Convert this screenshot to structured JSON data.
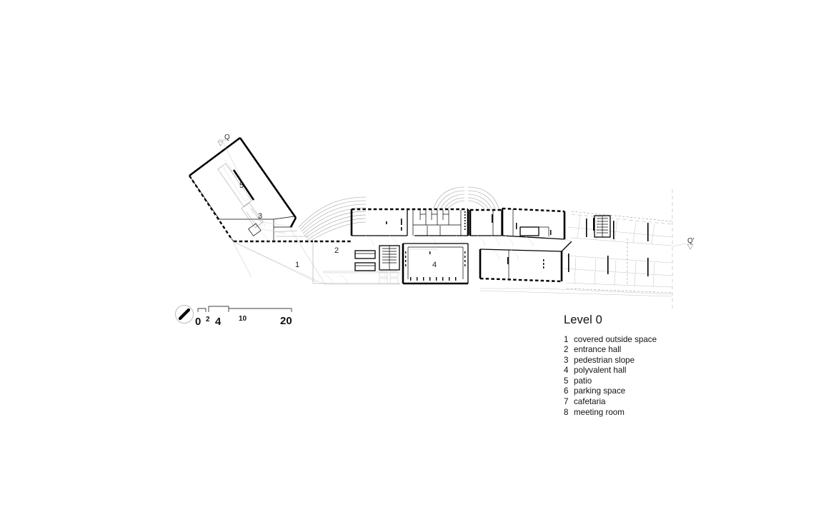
{
  "drawing": {
    "type": "architectural-floor-plan",
    "title_block": {
      "title": "Level 0",
      "legend": [
        {
          "num": "1",
          "label": "covered outside space"
        },
        {
          "num": "2",
          "label": "entrance hall"
        },
        {
          "num": "3",
          "label": "pedestrian slope"
        },
        {
          "num": "4",
          "label": "polyvalent hall"
        },
        {
          "num": "5",
          "label": "patio"
        },
        {
          "num": "6",
          "label": "parking space"
        },
        {
          "num": "7",
          "label": "cafetaria"
        },
        {
          "num": "8",
          "label": "meeting room"
        }
      ]
    },
    "scale_bar": {
      "units_ticks": [
        "0",
        "2",
        "4",
        "10",
        "20"
      ],
      "north_arrow": "north-arrow-icon"
    },
    "section_markers": [
      {
        "id": "Q",
        "position": "top-left"
      },
      {
        "id": "Q'",
        "position": "right"
      }
    ],
    "plan_room_labels": [
      {
        "num": "1",
        "room": "covered outside space"
      },
      {
        "num": "2",
        "room": "entrance hall"
      },
      {
        "num": "3",
        "room": "pedestrian slope"
      },
      {
        "num": "4",
        "room": "polyvalent hall"
      },
      {
        "num": "5",
        "room": "patio"
      }
    ],
    "colors": {
      "background": "#ffffff",
      "wall_poche": "#000000",
      "thin_line": "#9a9a9a",
      "site_line": "#bdbdbd",
      "text": "#111111"
    }
  }
}
